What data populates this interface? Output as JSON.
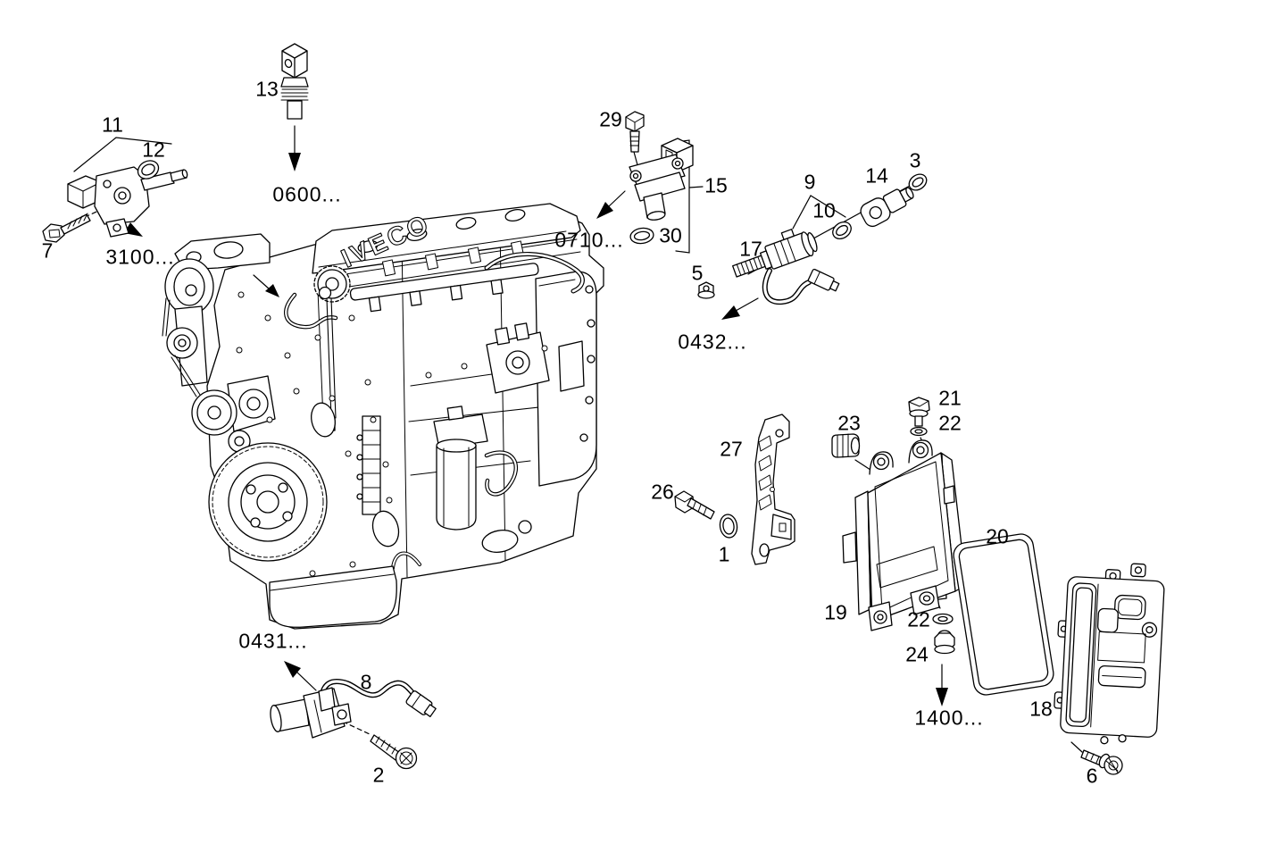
{
  "figure": {
    "background_color": "#ffffff",
    "line_color": "#000000",
    "brand_text": "IVECO"
  },
  "callouts": {
    "c1": "1",
    "c2": "2",
    "c3": "3",
    "c5": "5",
    "c6": "6",
    "c7": "7",
    "c8": "8",
    "c9": "9",
    "c10": "10",
    "c11": "11",
    "c12": "12",
    "c13": "13",
    "c14": "14",
    "c15": "15",
    "c17": "17",
    "c18": "18",
    "c19": "19",
    "c20": "20",
    "c21": "21",
    "c22_top": "22",
    "c22_bottom": "22",
    "c23": "23",
    "c24": "24",
    "c26": "26",
    "c27": "27",
    "c29": "29",
    "c30": "30"
  },
  "reference_codes": {
    "r0600": "0600...",
    "r3100": "3100...",
    "r0710": "0710...",
    "r0432": "0432...",
    "r0431": "0431...",
    "r1400": "1400..."
  }
}
